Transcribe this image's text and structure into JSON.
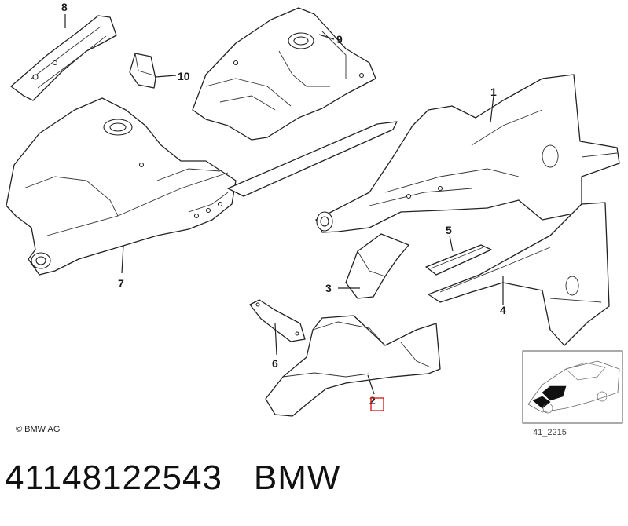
{
  "diagram": {
    "callouts": [
      {
        "id": "1",
        "label": "1"
      },
      {
        "id": "2",
        "label": "2"
      },
      {
        "id": "3",
        "label": "3"
      },
      {
        "id": "4",
        "label": "4"
      },
      {
        "id": "5",
        "label": "5"
      },
      {
        "id": "6",
        "label": "6"
      },
      {
        "id": "7",
        "label": "7"
      },
      {
        "id": "8",
        "label": "8"
      },
      {
        "id": "9",
        "label": "9"
      },
      {
        "id": "10",
        "label": "10"
      }
    ],
    "highlight_color": "#e02020",
    "copyright": "© BMW AG",
    "reference_code": "41_2215"
  },
  "footer": {
    "part_number": "41148122543",
    "brand": "BMW"
  }
}
